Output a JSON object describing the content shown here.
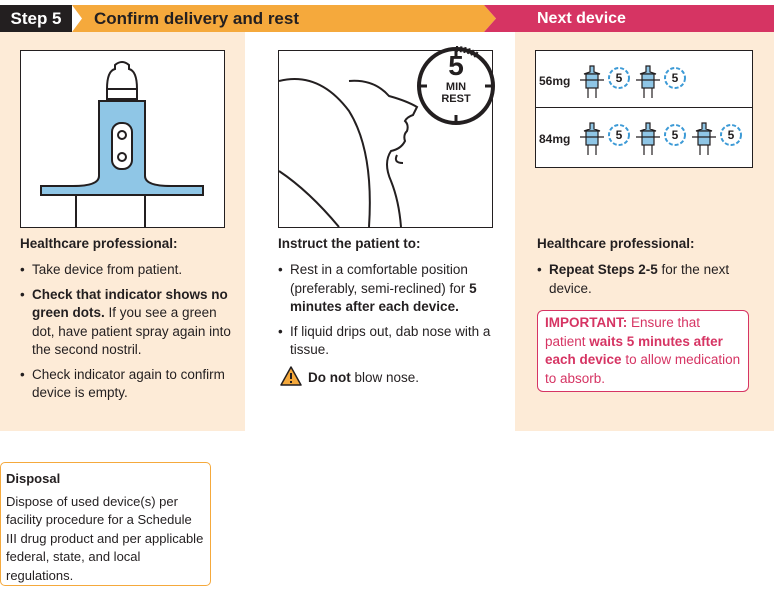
{
  "header": {
    "step_label": "Step 5",
    "title": "Confirm delivery and rest",
    "next_label": "Next device",
    "colors": {
      "orange": "#f5a93c",
      "pink": "#d63463",
      "dark": "#231f20",
      "panel_bg": "#fdebd7"
    }
  },
  "col1": {
    "heading": "Healthcare professional:",
    "bullet1": "Take device from patient.",
    "bullet2_bold": "Check that indicator shows no green dots.",
    "bullet2_rest": " If you see a green dot, have patient spray again into the second nostril.",
    "bullet3": "Check indicator again to confirm device is empty."
  },
  "col2": {
    "timer_number": "5",
    "timer_line1": "MIN",
    "timer_line2": "REST",
    "heading": "Instruct the patient to:",
    "bullet1_a": "Rest in a comfortable position (preferably, semi-reclined) for ",
    "bullet1_bold": "5 minutes after each device.",
    "bullet2": "If liquid drips out, dab nose with a tissue.",
    "warning_bold": "Do not",
    "warning_rest": " blow nose.",
    "warning_icon": "warning-triangle-icon"
  },
  "col3": {
    "dose1_label": "56mg",
    "dose2_label": "84mg",
    "timer_value": "5",
    "heading": "Healthcare professional:",
    "bullet1_bold": "Repeat Steps 2-5",
    "bullet1_rest": " for the next device.",
    "important_label": "IMPORTANT:",
    "important_a": " Ensure that patient ",
    "important_bold": "waits 5 minutes after each device",
    "important_b": " to allow medication to absorb."
  },
  "disposal": {
    "title": "Disposal",
    "body": "Dispose of used device(s) per facility procedure for a Schedule III drug product and per applicable federal, state, and local regulations."
  }
}
